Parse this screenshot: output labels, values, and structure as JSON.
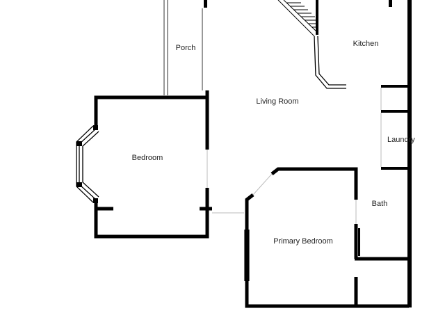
{
  "floorplan": {
    "colors": {
      "background": "#ffffff",
      "wall": "#000000",
      "thin_wall": "#555555",
      "label": "#222222"
    },
    "rooms": {
      "porch": "Porch",
      "kitchen": "Kitchen",
      "living_room": "Living Room",
      "laundry": "Laundry",
      "bedroom": "Bedroom",
      "bath": "Bath",
      "primary_bedroom": "Primary Bedroom"
    }
  }
}
